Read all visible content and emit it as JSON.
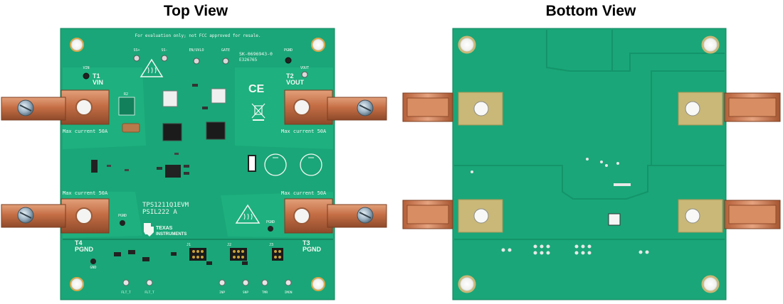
{
  "titles": {
    "top": "Top View",
    "bottom": "Bottom View"
  },
  "top_board": {
    "header_note": "For evaluation only; not FCC approved for resale.",
    "t1_label": "T1",
    "t1_name": "VIN",
    "t2_label": "T2",
    "t2_name": "VOUT",
    "t3_label": "T3",
    "t3_name": "PGND",
    "t4_label": "T4",
    "t4_name": "PGND",
    "max_current_label": "Max current 50A",
    "part_name": "TPS1211Q1EVM",
    "part_code": "PSIL222 A",
    "brand_line1": "TEXAS",
    "brand_line2": "INSTRUMENTS",
    "ce_mark": "CE",
    "pcb_code": "SK-0696943-0",
    "pcb_code2": "E326765",
    "resistor_r2": "R2",
    "header_j1": "J1",
    "header_j2": "J2",
    "header_j3": "J3",
    "testpoint_labels": [
      "SS+",
      "SS-",
      "EN/UVLO",
      "GATE",
      "PGND",
      "VIN",
      "VOUT",
      "PGND",
      "PGND",
      "GND"
    ],
    "bottom_testpoints": [
      "FLT_T",
      "FLT_T",
      "INP",
      "SNP",
      "TMR",
      "IMON"
    ],
    "colors": {
      "pcb": "#1aa678",
      "copper": "#c8744a",
      "silkscreen": "#f3f8f3"
    }
  },
  "bottom_board": {
    "colors": {
      "pcb": "#1aa678",
      "gold_pad": "#c9b878"
    }
  }
}
